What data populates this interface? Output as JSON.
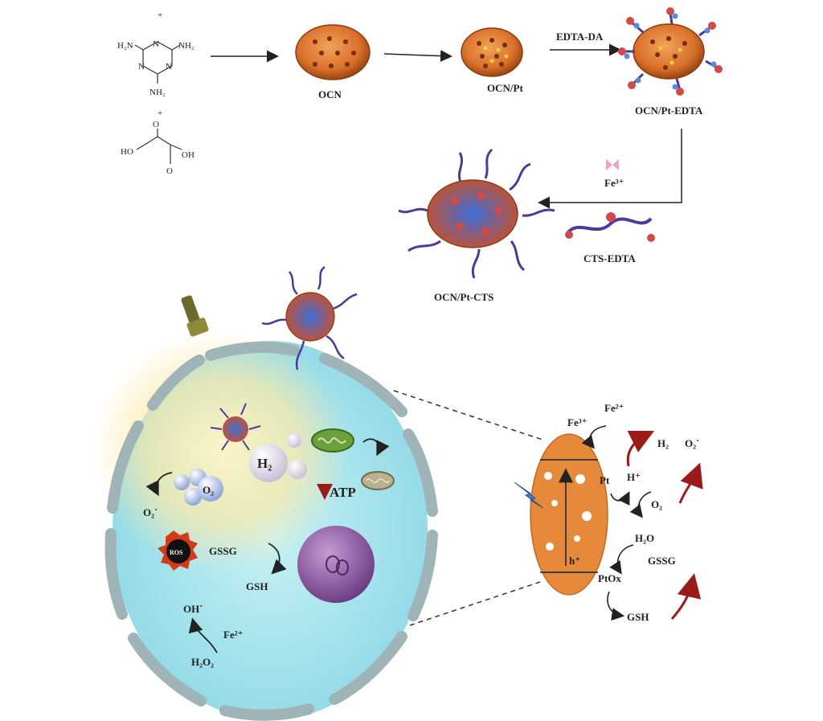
{
  "synthesis": {
    "melamine": {
      "nh2_left": "H₂N",
      "nh2_right": "NH₂",
      "nh2_bottom": "NH₂",
      "ring_n": "N",
      "plus_top": "+",
      "plus_bottom": "+"
    },
    "oxalic": {
      "ho": "HO",
      "oh": "OH",
      "o": "O"
    },
    "ocn_label": "OCN",
    "ocn_pt_label": "OCN/Pt",
    "edta_da_label": "EDTA-DA",
    "ocn_pt_edta_label": "OCN/Pt-EDTA",
    "fe3_label": "Fe³⁺",
    "cts_edta_label": "CTS-EDTA",
    "ocn_pt_cts_label": "OCN/Pt-CTS"
  },
  "cell": {
    "h2": "H₂",
    "o2": "O₂",
    "o2_radical": "O₂˙",
    "atp": "ATP",
    "gssg": "GSSG",
    "gsh": "GSH",
    "ros": "ROS",
    "oh_radical": "OH˙",
    "fe2": "Fe²⁺",
    "h2o2": "H₂O₂"
  },
  "mechanism": {
    "fe3": "Fe³⁺",
    "fe2": "Fe²⁺",
    "h2": "H₂",
    "o2_radical": "O₂˙",
    "pt": "Pt",
    "h_plus": "H⁺",
    "o2": "O₂",
    "h2o": "H₂O",
    "gssg": "GSSG",
    "h_hole": "h⁺",
    "ptox": "PtOx",
    "gsh": "GSH"
  },
  "colors": {
    "nanosheet": "#e07a2c",
    "nanosheet_edge": "#8a3d0e",
    "cell_fill": "#aee6ee",
    "membrane": "#9aaeb0",
    "chain": "#4b3b9a",
    "arrow_red": "#9b1b1b",
    "nucleus": "#8a5a9c"
  }
}
